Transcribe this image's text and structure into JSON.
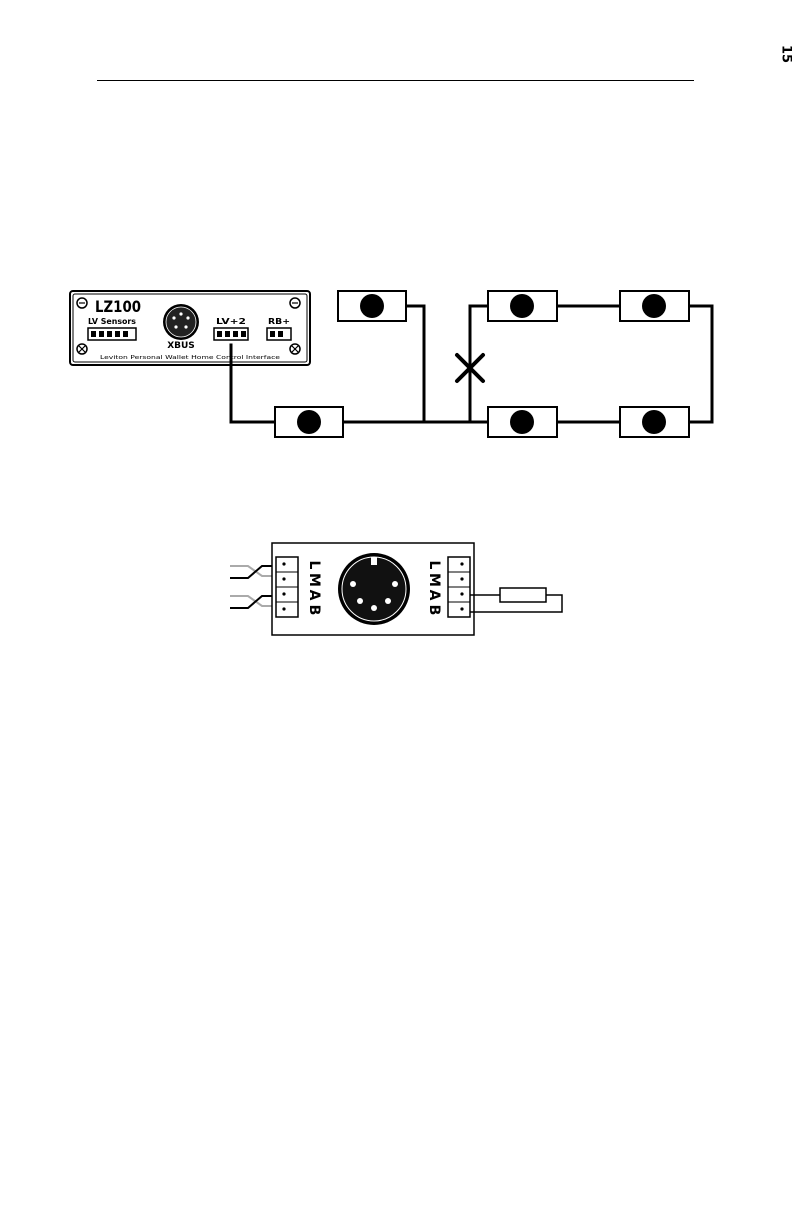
{
  "page": {
    "page_number": "15"
  },
  "wiring_diagram": {
    "controller": {
      "model": "LZ100",
      "port_left": "LV Sensors",
      "port_center": "XBUS",
      "port_right_a": "LV+2",
      "port_right_b": "RB+",
      "footer_text": "Leviton Personal Wallet Home Control Interface"
    },
    "fault_marker": "X"
  },
  "terminal_diagram": {
    "left_block_labels": [
      "L",
      "M",
      "A",
      "B"
    ],
    "right_block_labels": [
      "L",
      "M",
      "A",
      "B"
    ]
  }
}
